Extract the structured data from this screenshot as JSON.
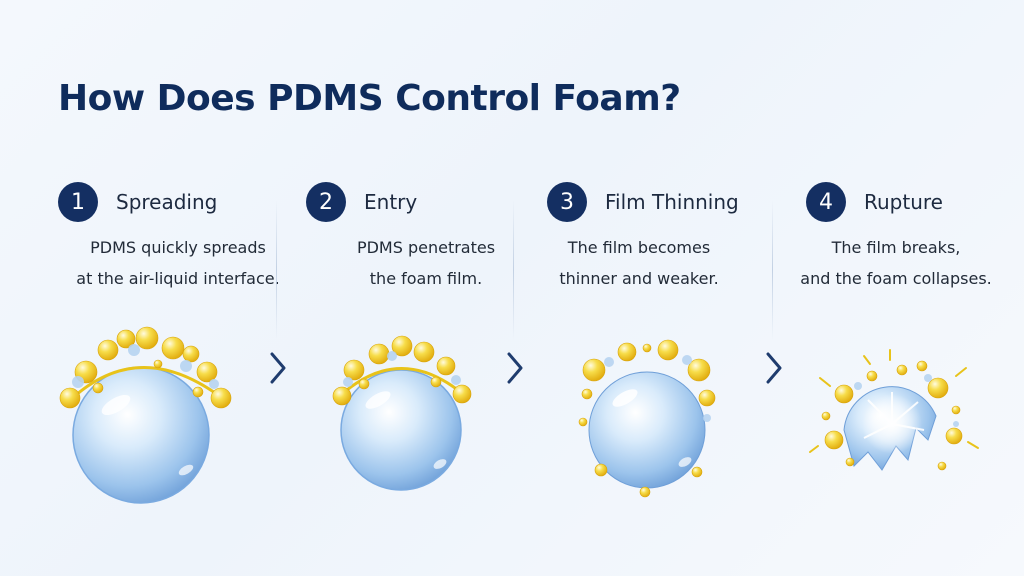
{
  "title": "How Does PDMS Control Foam?",
  "steps": [
    {
      "number": "1",
      "name": "Spreading",
      "desc_line1": "PDMS quickly spreads",
      "desc_line2": "at the air-liquid interface."
    },
    {
      "number": "2",
      "name": "Entry",
      "desc_line1": "PDMS penetrates",
      "desc_line2": "the foam film."
    },
    {
      "number": "3",
      "name": "Film Thinning",
      "desc_line1": "The film becomes",
      "desc_line2": "thinner and weaker."
    },
    {
      "number": "4",
      "name": "Rupture",
      "desc_line1": "The film breaks,",
      "desc_line2": "and the foam collapses."
    }
  ],
  "colors": {
    "navy": "#142f62",
    "title": "#0f2c5c",
    "droplet": "#f2c814",
    "bubble": "#8db8e6"
  },
  "icons": [
    "bubble-spreading-icon",
    "bubble-entry-icon",
    "bubble-thinning-icon",
    "bubble-rupture-icon",
    "chevron-right-icon"
  ]
}
